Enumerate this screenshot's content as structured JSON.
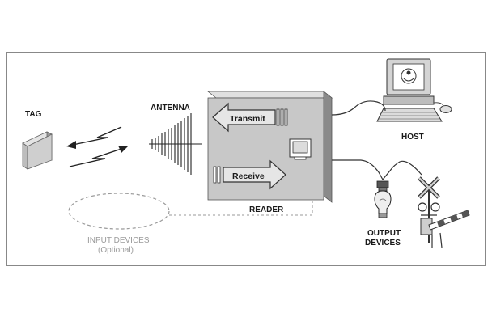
{
  "labels": {
    "tag": "TAG",
    "antenna": "ANTENNA",
    "transmit": "Transmit",
    "receive": "Receive",
    "reader": "READER",
    "host": "HOST",
    "output_devices_line1": "OUTPUT",
    "output_devices_line2": "DEVICES",
    "input_devices": "INPUT DEVICES",
    "input_optional": "(Optional)"
  },
  "colors": {
    "frame": "#3a3a3a",
    "reader_box": "#c8c8c8",
    "reader_side": "#8a8a8a",
    "arrow_fill": "#e6e6e6",
    "dashed": "#9a9a9a",
    "stroke": "#222222"
  },
  "icons": {
    "tag": "tag-icon",
    "antenna": "antenna-icon",
    "host": "computer-icon",
    "bulb": "light-bulb-icon",
    "crossing": "railroad-crossing-icon",
    "barrier": "gate-barrier-icon"
  }
}
